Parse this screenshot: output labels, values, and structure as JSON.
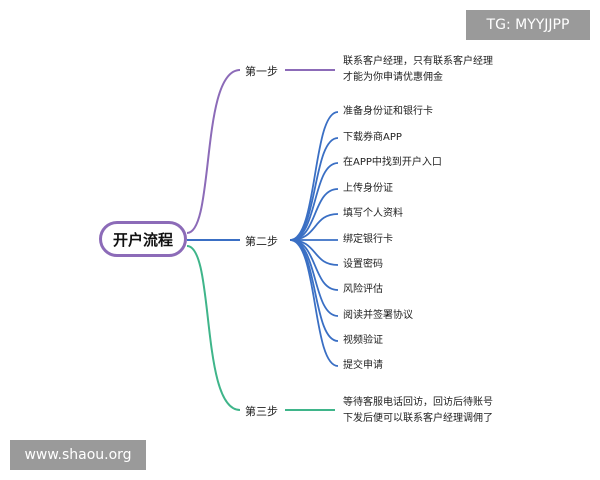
{
  "root": {
    "label": "开户流程"
  },
  "colors": {
    "step1": "#8c6bb8",
    "step2": "#3a6fc4",
    "step3": "#3fb58a"
  },
  "steps": [
    {
      "label": "第一步",
      "items": [
        "联系客户经理，只有联系客户经理",
        "才能为你申请优惠佣金"
      ]
    },
    {
      "label": "第二步",
      "items": [
        "准备身份证和银行卡",
        "下载券商APP",
        "在APP中找到开户入口",
        "上传身份证",
        "填写个人资料",
        "绑定银行卡",
        "设置密码",
        "风险评估",
        "阅读并签署协议",
        "视频验证",
        "提交申请"
      ]
    },
    {
      "label": "第三步",
      "items": [
        "等待客服电话回访，回访后待账号",
        "下发后便可以联系客户经理调佣了"
      ]
    }
  ],
  "watermarks": {
    "tg": "TG: MYYJJPP",
    "site": "www.shaou.org"
  }
}
